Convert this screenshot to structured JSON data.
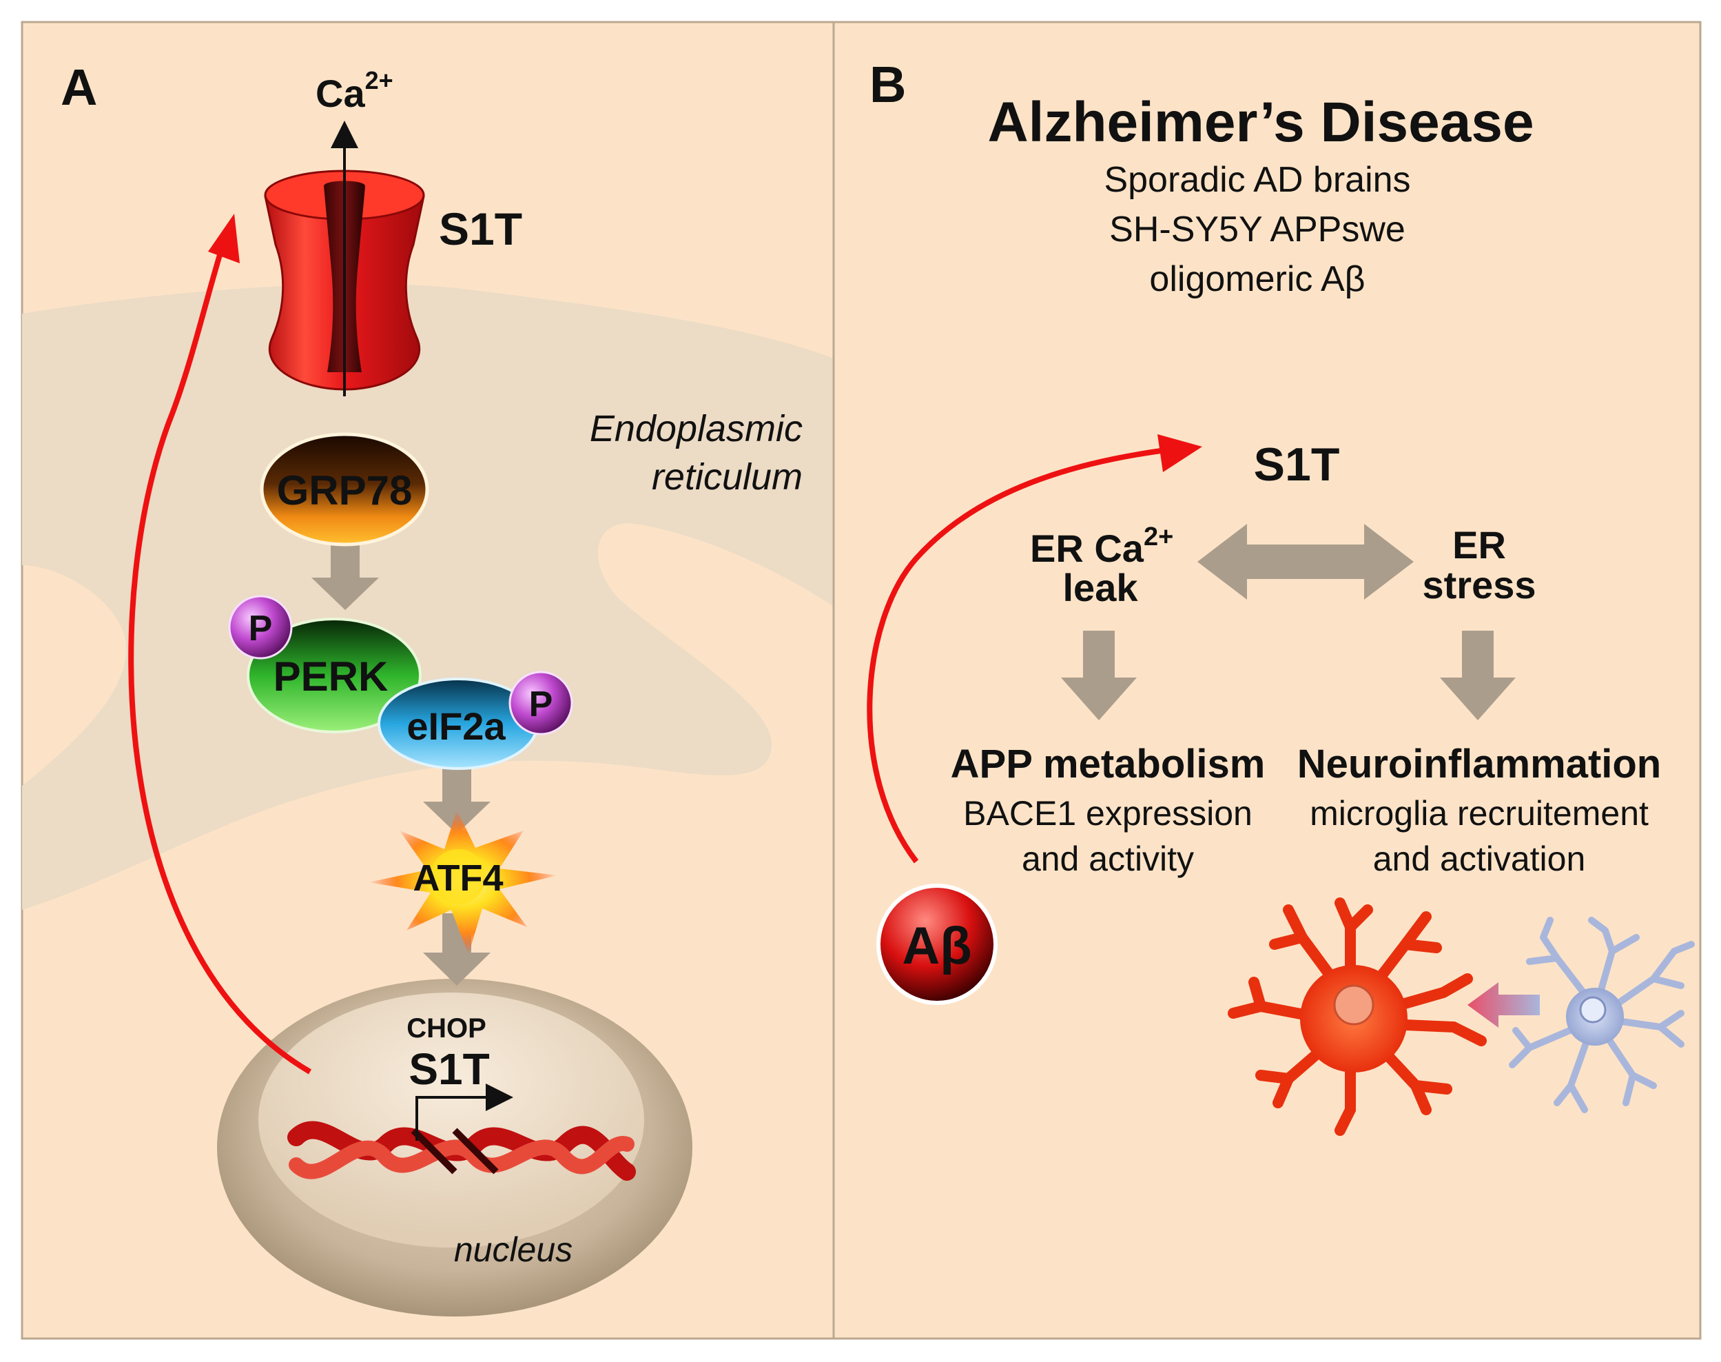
{
  "panel_a": {
    "label": "A",
    "ca_ion": "Ca",
    "ca_charge": "2+",
    "channel_label": "S1T",
    "er_label_line1": "Endoplasmic",
    "er_label_line2": "reticulum",
    "grp78": "GRP78",
    "perk": "PERK",
    "eif2a": "eIF2a",
    "phospho": "P",
    "atf4": "ATF4",
    "chop": "CHOP",
    "gene_label": "S1T",
    "nucleus_label": "nucleus"
  },
  "panel_b": {
    "label": "B",
    "title": "Alzheimer’s Disease",
    "subtitle_lines": [
      "Sporadic AD brains",
      "SH-SY5Y APPswe",
      "oligomeric Aβ"
    ],
    "s1t": "S1T",
    "er_leak_line1": "ER Ca",
    "er_leak_charge": "2+",
    "er_leak_line2": "leak",
    "er_stress_line1": "ER",
    "er_stress_line2": "stress",
    "app_title": "APP metabolism",
    "app_line1": "BACE1 expression",
    "app_line2": "and activity",
    "neuro_title": "Neuroinflammation",
    "neuro_line1": "microglia recruitement",
    "neuro_line2": "and activation",
    "abeta": "Aβ"
  },
  "colors": {
    "panel_bg": "#fce3c7",
    "er_fill": "#ecdbc5",
    "gray_arrow": "#ab9d8c",
    "red_arrow": "#ee1111",
    "channel_red": "#e8181b",
    "grp78_orange": "#f08a14",
    "perk_green": "#2fb52c",
    "eif2a_blue": "#28a6e0",
    "phospho_purple": "#c04ad0",
    "atf4_yellow": "#ffe020",
    "microglia_active": "#f04a18",
    "microglia_resting": "#a9b6dc"
  }
}
